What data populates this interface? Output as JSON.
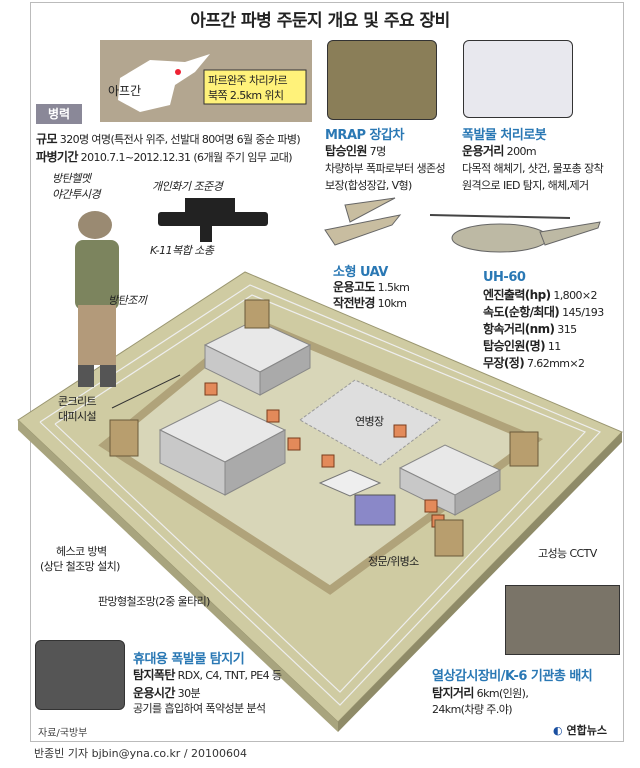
{
  "title": "아프간 파병 주둔지 개요 및 주요 장비",
  "map": {
    "country": "아프간",
    "callout_line1": "파르완주 차리카르",
    "callout_line2": "북쪽 2.5km 위치"
  },
  "troops": {
    "badge": "병력",
    "scale_label": "규모",
    "scale_value": "320명 여명(특전사 위주, 선발대 80여명 6월 중순 파병)",
    "period_label": "파병기간",
    "period_value": "2010.7.1~2012.12.31 (6개월 주기 임무 교대)"
  },
  "soldier": {
    "helmet": "방탄헬멧",
    "nvg": "야간투시경",
    "scope": "개인화기 조준경",
    "rifle": "K-11복합 소총",
    "vest": "방탄조끼"
  },
  "mrap": {
    "title": "MRAP 장갑차",
    "crew_label": "탑승인원",
    "crew_value": "7명",
    "desc1": "차량하부 폭파로부터 생존성",
    "desc2": "보장(합성장갑, V형)"
  },
  "robot": {
    "title": "폭발물 처리로봇",
    "range_label": "운용거리",
    "range_value": "200m",
    "desc1": "다목적 해체기, 샷건, 물포총 장착",
    "desc2": "원격으로 IED 탐지, 해체,제거"
  },
  "uav": {
    "title": "소형 UAV",
    "alt_label": "운용고도",
    "alt_value": "1.5km",
    "radius_label": "작전반경",
    "radius_value": "10km"
  },
  "uh60": {
    "title": "UH-60",
    "specs": [
      {
        "label": "엔진출력(hp)",
        "value": "1,800×2"
      },
      {
        "label": "속도(순항/최대)",
        "value": "145/193"
      },
      {
        "label": "항속거리(nm)",
        "value": "315"
      },
      {
        "label": "탑승인원(명)",
        "value": "11"
      },
      {
        "label": "무장(정)",
        "value": "7.62mm×2"
      }
    ]
  },
  "base": {
    "shelter1": "콘크리트",
    "shelter2": "대피시설",
    "parade": "연병장",
    "hesco1": "헤스코 방벽",
    "hesco2": "(상단 철조망 설치)",
    "gate": "정문/위병소",
    "cctv": "고성능 CCTV",
    "fence": "판망형철조망(2중 울타리)"
  },
  "detector": {
    "title": "휴대용 폭발물 탐지기",
    "targets_label": "탐지폭탄",
    "targets_value": "RDX, C4, TNT, PE4 등",
    "time_label": "운용시간",
    "time_value": "30분",
    "desc": "공기를 흡입하여 폭약성분 분석"
  },
  "thermal": {
    "title": "열상감시장비/K-6 기관총 배치",
    "range_label": "탐지거리",
    "range_value": "6km(인원),",
    "range_value2": "24km(차량 주.야)"
  },
  "source": "자료/국방부",
  "logo": "연합뉴스",
  "byline": "반종빈 기자 bjbin@yna.co.kr / 20100604",
  "colors": {
    "accent": "#2a78b4",
    "badge": "#8a8898",
    "map_bg": "#b3a690",
    "callout": "#fff27a"
  }
}
